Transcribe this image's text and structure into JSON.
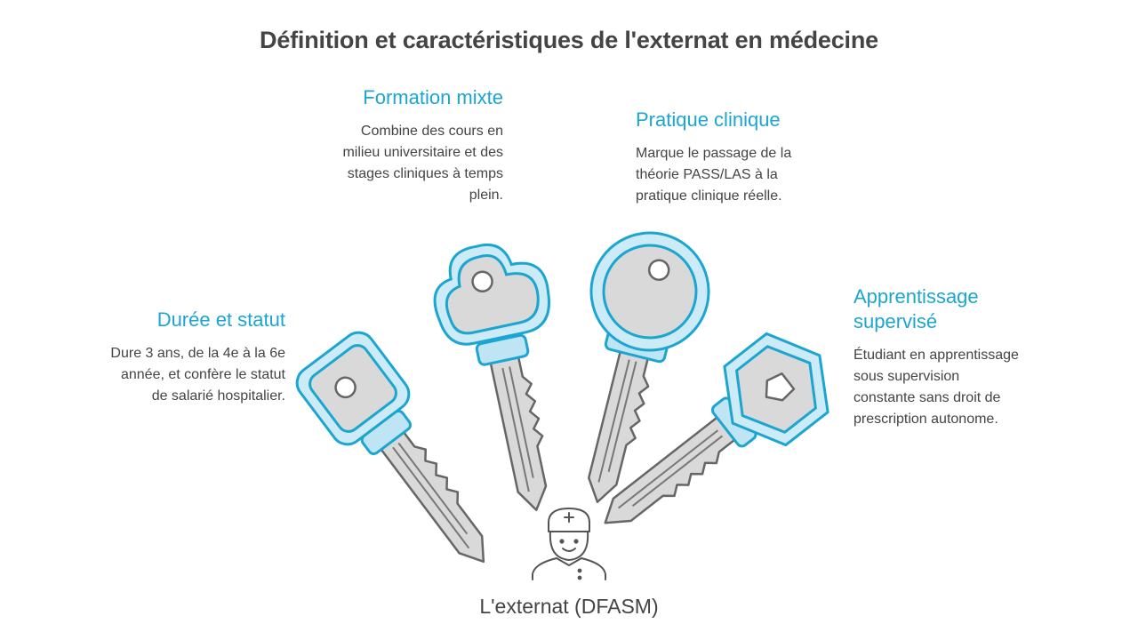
{
  "title": "Définition et caractéristiques de l'externat en médecine",
  "items": [
    {
      "heading": "Durée et statut",
      "text": "Dure 3 ans, de la 4e à la 6e année, et confère le statut de salarié hospitalier."
    },
    {
      "heading": "Formation mixte",
      "text": "Combine des cours en milieu universitaire et des stages cliniques à temps plein."
    },
    {
      "heading": "Pratique clinique",
      "text": "Marque le passage de la théorie PASS/LAS à la pratique clinique réelle."
    },
    {
      "heading": "Apprentissage supervisé",
      "text": "Étudiant en apprentissage sous supervision constante sans droit de prescription autonome."
    }
  ],
  "center_label": "L'externat (DFASM)",
  "icons": [
    "key-icon",
    "doctor-icon"
  ],
  "colors": {
    "accent": "#1ba6d1",
    "key_head_fill": "#cdeaf7",
    "key_blade_fill": "#d9d9d9",
    "outline": "#666666",
    "text": "#444444"
  }
}
